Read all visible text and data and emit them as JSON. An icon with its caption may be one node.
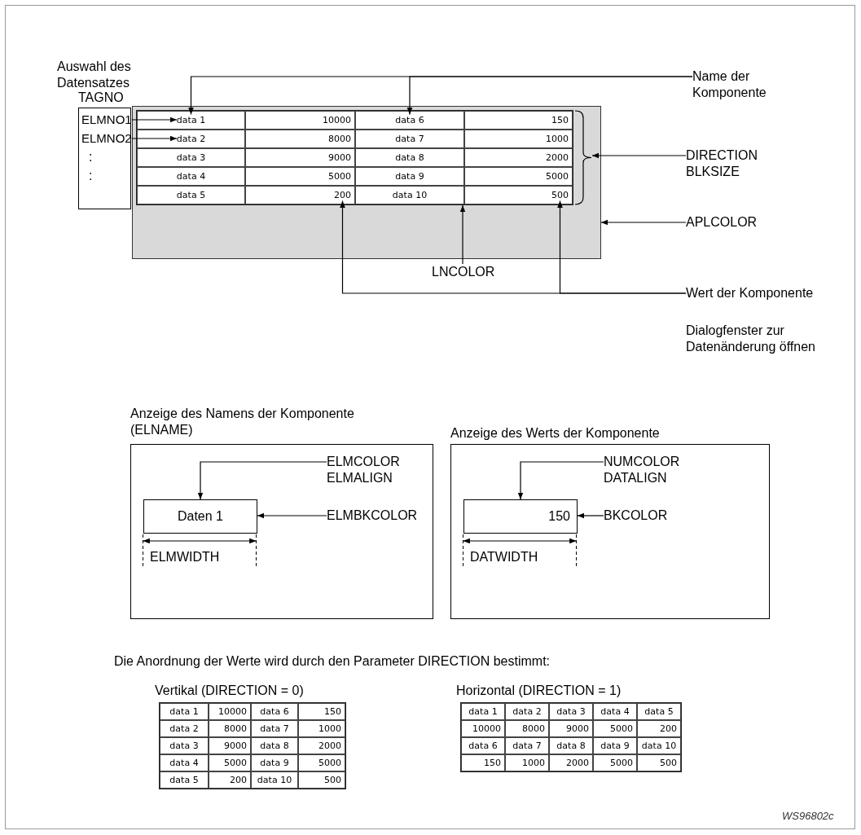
{
  "diagram": {
    "nodes": [
      {
        "text": [
          "Auswahl des Datensatzes",
          "TAGNO"
        ]
      },
      {
        "text": [
          "ELMNO1"
        ],
        "in": 0
      },
      {
        "text": [
          "ELMNO2"
        ],
        "in": 0
      },
      {
        "text": [
          "Name der Komponente"
        ]
      },
      {
        "text": [],
        "shape": "box"
      },
      {
        "text": [],
        "shape": "box",
        "in": 4
      },
      {
        "text": [
          "data 1"
        ],
        "in": 5
      },
      {
        "text": [
          "10000"
        ],
        "in": 5
      },
      {
        "text": [
          "data 6"
        ],
        "in": 5
      },
      {
        "text": [
          "150"
        ],
        "in": 5
      },
      {
        "text": [
          "data 2"
        ],
        "in": 5
      },
      {
        "text": [
          "8000"
        ],
        "in": 5
      },
      {
        "text": [
          "data 7"
        ],
        "in": 5
      },
      {
        "text": [
          "1000"
        ],
        "in": 5
      },
      {
        "text": [
          "data 3"
        ],
        "in": 5
      },
      {
        "text": [
          "9000"
        ],
        "in": 5
      },
      {
        "text": [
          "data 8"
        ],
        "in": 5
      },
      {
        "text": [
          "2000"
        ],
        "in": 5
      },
      {
        "text": [
          "data 4"
        ],
        "in": 5
      },
      {
        "text": [
          "5000"
        ],
        "in": 5
      },
      {
        "text": [
          "data 9"
        ],
        "in": 5
      },
      {
        "text": [
          "5000"
        ],
        "in": 5
      },
      {
        "text": [
          "data 5"
        ],
        "in": 5
      },
      {
        "text": [
          "200"
        ],
        "in": 5
      },
      {
        "text": [
          "data 10"
        ],
        "in": 5
      },
      {
        "text": [
          "500"
        ],
        "in": 5
      },
      {
        "text": [],
        "shape": "brace",
        "in": 4
      },
      {
        "text": [
          "DIRECTION",
          "BLKSIZE"
        ]
      },
      {
        "text": [
          "APLCOLOR"
        ]
      },
      {
        "text": [
          "LNCOLOR"
        ]
      },
      {
        "text": [
          "Wert der Komponente"
        ]
      },
      {
        "text": [
          "Anzeige des Namens der Komponente (ELNAME)"
        ]
      },
      {
        "text": [
          "ELMCOLOR",
          "ELMALIGN"
        ],
        "in": 31
      },
      {
        "text": [
          "Daten 1"
        ],
        "in": 31
      },
      {
        "text": [
          "ELMBKCOLOR"
        ],
        "in": 31
      },
      {
        "text": [
          "Anzeige des Werts der Komponente"
        ]
      },
      {
        "text": [
          "NUMCOLOR",
          "DATALIGN"
        ],
        "in": 35
      },
      {
        "text": [
          "150"
        ],
        "in": 35
      },
      {
        "text": [
          "BKCOLOR"
        ],
        "in": 35
      }
    ],
    "edges": [
      {
        "from": 1,
        "to": 6,
        "arrow": "to"
      },
      {
        "from": 2,
        "to": 10,
        "arrow": "to"
      },
      {
        "from": 3,
        "to": 6,
        "arrow": "to"
      },
      {
        "from": 3,
        "to": 8,
        "arrow": "to"
      },
      {
        "from": 27,
        "to": 26,
        "arrow": "to"
      },
      {
        "from": 28,
        "to": 4,
        "arrow": "to"
      },
      {
        "from": 29,
        "to": 5,
        "arrow": "to"
      },
      {
        "from": 30,
        "to": 23,
        "arrow": "to"
      },
      {
        "from": 30,
        "to": 25,
        "arrow": "to"
      },
      {
        "from": 32,
        "to": 33,
        "arrow": "to"
      },
      {
        "from": 34,
        "to": 33,
        "arrow": "to"
      },
      {
        "from": 36,
        "to": 37,
        "arrow": "to"
      },
      {
        "from": 38,
        "to": 37,
        "arrow": "to"
      }
    ],
    "labels": [
      ":",
      ":",
      "Dialogfenster zur Datenänderung öffnen",
      "ELMWIDTH",
      "DATWIDTH",
      "Die Anordnung der Werte wird durch den Parameter DIRECTION bestimmt:",
      "Vertikal (DIRECTION = 0)",
      "data 1",
      "10000",
      "data 6",
      "150",
      "data 2",
      "8000",
      "data 7",
      "1000",
      "data 3",
      "9000",
      "data 8",
      "2000",
      "data 4",
      "5000",
      "data 9",
      "5000",
      "data 5",
      "200",
      "data 10",
      "500",
      "Horizontal (DIRECTION = 1)",
      "data 1",
      "data 2",
      "data 3",
      "data 4",
      "data 5",
      "10000",
      "8000",
      "9000",
      "5000",
      "200",
      "data 6",
      "data 7",
      "data 8",
      "data 9",
      "data 10",
      "150",
      "1000",
      "2000",
      "5000",
      "500",
      "WS96802c"
    ]
  }
}
